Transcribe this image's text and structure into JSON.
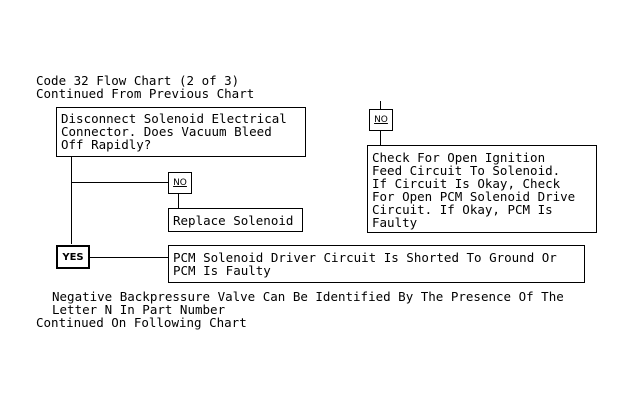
{
  "header": {
    "title": "Code 32 Flow Chart (2 of 3)",
    "subtitle": "Continued From Previous Chart"
  },
  "boxes": {
    "disconnect": [
      "Disconnect Solenoid Electrical",
      "Connector. Does Vacuum Bleed",
      "Off Rapidly?"
    ],
    "replace": "Replace Solenoid",
    "check_ignition": [
      "Check For Open Ignition",
      "Feed Circuit To Solenoid.",
      "If Circuit Is Okay, Check",
      "For Open PCM Solenoid Drive",
      "Circuit. If Okay, PCM Is",
      "Faulty"
    ],
    "pcm_shorted": [
      "PCM Solenoid Driver Circuit Is Shorted To Ground Or",
      "PCM Is Faulty"
    ]
  },
  "tags": {
    "no_top": "NO",
    "no_middle": "NO",
    "yes": "YES"
  },
  "footer": {
    "note_line1": "Negative Backpressure Valve Can Be Identified By The Presence Of The",
    "note_line2": "Letter N In Part Number",
    "continued": "Continued On Following Chart"
  }
}
